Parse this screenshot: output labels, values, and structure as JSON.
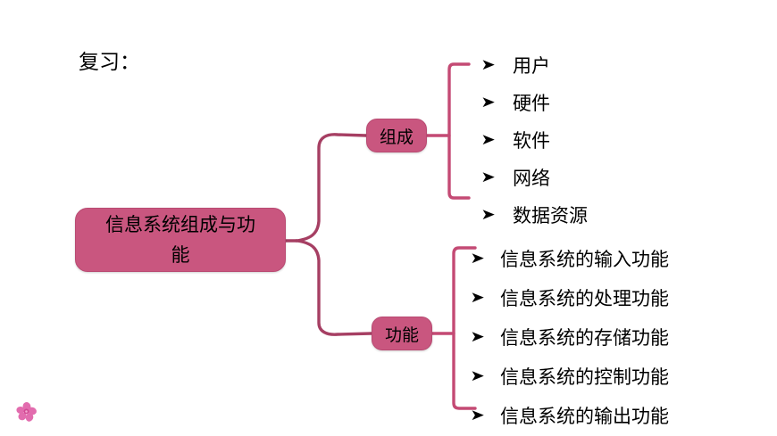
{
  "slide": {
    "heading": "复习：",
    "background_color": "#FFFFFF"
  },
  "theme": {
    "node_fill": "#C9567F",
    "node_border": "#B94A72",
    "connector_color": "#A8days",
    "connector_stroke": "#A63F63",
    "bracket_stroke": "#C44A74",
    "text_color": "#000000",
    "flower_color": "#E060A8"
  },
  "diagram": {
    "type": "mind-map",
    "root": {
      "label": "信息系统组成与功能",
      "line1": "信息系统组成与功",
      "line2": "能"
    },
    "branches": [
      {
        "id": "compose",
        "label": "组成",
        "leaves": [
          {
            "bullet": "➤",
            "label": "用户"
          },
          {
            "bullet": "➤",
            "label": "硬件"
          },
          {
            "bullet": "➤",
            "label": "软件"
          },
          {
            "bullet": "➤",
            "label": "网络"
          },
          {
            "bullet": "➤",
            "label": "数据资源"
          }
        ]
      },
      {
        "id": "function",
        "label": "功能",
        "leaves": [
          {
            "bullet": "➤",
            "label": "信息系统的输入功能"
          },
          {
            "bullet": "➤",
            "label": "信息系统的处理功能"
          },
          {
            "bullet": "➤",
            "label": "信息系统的存储功能"
          },
          {
            "bullet": "➤",
            "label": "信息系统的控制功能"
          },
          {
            "bullet": "➤",
            "label": "信息系统的输出功能"
          }
        ]
      }
    ]
  },
  "decoration": {
    "flower": "flower-icon"
  }
}
